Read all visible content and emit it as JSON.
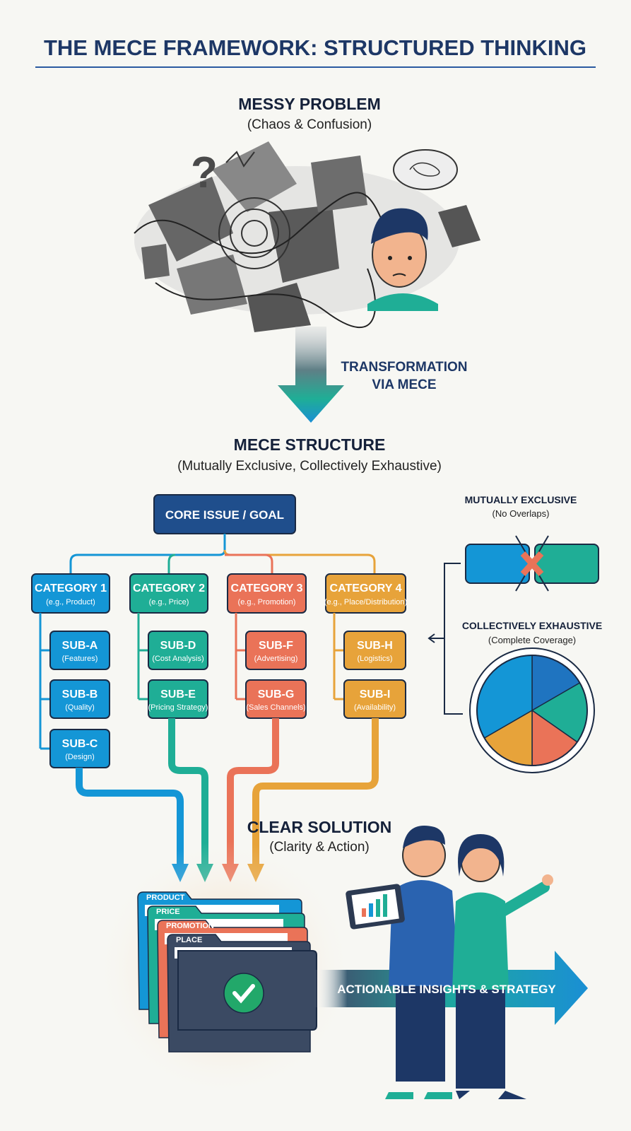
{
  "title": "THE MECE FRAMEWORK: STRUCTURED THINKING",
  "problem": {
    "heading": "MESSY PROBLEM",
    "subtitle": "(Chaos & Confusion)"
  },
  "transformation": {
    "line1": "TRANSFORMATION",
    "line2": "VIA MECE"
  },
  "structure": {
    "heading": "MECE STRUCTURE",
    "subtitle": "(Mutually Exclusive, Collectively Exhaustive)",
    "core": "CORE ISSUE / GOAL",
    "categories": [
      {
        "label": "CATEGORY 1",
        "example": "(e.g., Product)",
        "color": "#1496d6",
        "subs": [
          {
            "label": "SUB-A",
            "desc": "(Features)"
          },
          {
            "label": "SUB-B",
            "desc": "(Quality)"
          },
          {
            "label": "SUB-C",
            "desc": "(Design)"
          }
        ]
      },
      {
        "label": "CATEGORY 2",
        "example": "(e.g., Price)",
        "color": "#1fae96",
        "subs": [
          {
            "label": "SUB-D",
            "desc": "(Cost Analysis)"
          },
          {
            "label": "SUB-E",
            "desc": "(Pricing Strategy)"
          }
        ]
      },
      {
        "label": "CATEGORY 3",
        "example": "(e.g., Promotion)",
        "color": "#ea7358",
        "subs": [
          {
            "label": "SUB-F",
            "desc": "(Advertising)"
          },
          {
            "label": "SUB-G",
            "desc": "(Sales Channels)"
          }
        ]
      },
      {
        "label": "CATEGORY 4",
        "example": "(e.g., Place/Distribution)",
        "color": "#e7a33a",
        "subs": [
          {
            "label": "SUB-H",
            "desc": "(Logistics)"
          },
          {
            "label": "SUB-I",
            "desc": "(Availability)"
          }
        ]
      }
    ]
  },
  "side": {
    "me_heading": "MUTUALLY EXCLUSIVE",
    "me_subtitle": "(No Overlaps)",
    "ce_heading": "COLLECTIVELY EXHAUSTIVE",
    "ce_subtitle": "(Complete Coverage)"
  },
  "solution": {
    "heading": "CLEAR SOLUTION",
    "subtitle": "(Clarity & Action)",
    "folders": [
      "PRODUCT",
      "PRICE",
      "PROMOTION",
      "PLACE"
    ],
    "arrow_label": "ACTIONABLE INSIGHTS & STRATEGY"
  },
  "colors": {
    "navy": "#1d3766",
    "core": "#1f4e8c",
    "blue": "#1496d6",
    "teal": "#1fae96",
    "coral": "#ea7358",
    "orange": "#e7a33a",
    "folder": "#3b4a63",
    "check": "#22a86a"
  }
}
